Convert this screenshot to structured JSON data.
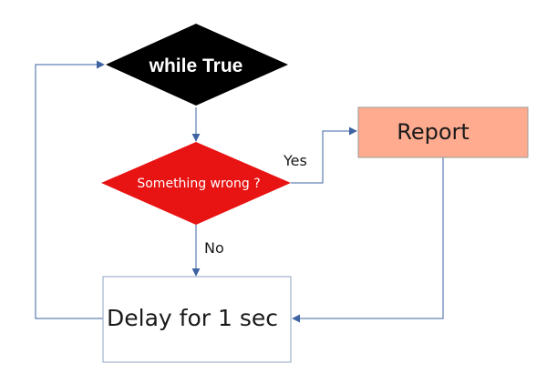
{
  "diagram": {
    "nodes": {
      "loop": {
        "label": "while True",
        "fill": "#000000"
      },
      "check": {
        "label": "Something wrong ?",
        "fill": "#e81313"
      },
      "report": {
        "label": "Report",
        "fill": "#ffab8f"
      },
      "delay": {
        "label": "Delay for 1 sec",
        "fill": "#ffffff"
      }
    },
    "edges": {
      "yes": {
        "label": "Yes"
      },
      "no": {
        "label": "No"
      }
    },
    "connector_color": "#3d63a3"
  }
}
